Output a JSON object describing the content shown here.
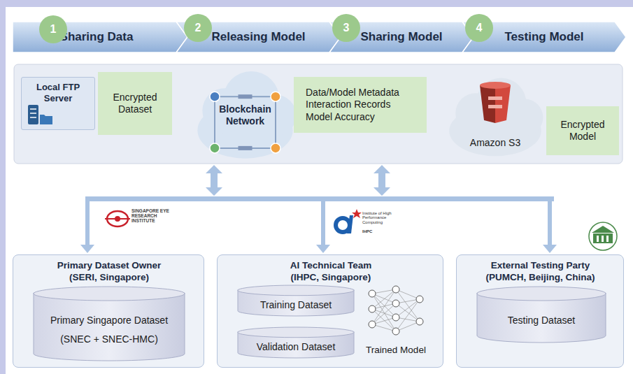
{
  "diagram": {
    "nodes": [
      {
        "text": [
          "1"
        ]
      },
      {
        "text": [
          "2"
        ]
      },
      {
        "text": [
          "3"
        ]
      },
      {
        "text": [
          "4"
        ]
      },
      {
        "text": [
          "Sharing Data"
        ]
      },
      {
        "text": [
          "Releasing Model"
        ]
      },
      {
        "text": [
          "Sharing Model"
        ]
      },
      {
        "text": [
          "Testing Model"
        ]
      },
      {
        "text": [
          "Local FTP Server"
        ]
      },
      {
        "text": [
          "Encrypted Dataset"
        ]
      },
      {
        "text": [
          "Blockchain Network"
        ]
      },
      {
        "text": [
          "Data/Model Metadata",
          "Interaction Records",
          "Model Accuracy"
        ]
      },
      {
        "text": [
          "Amazon S3"
        ]
      },
      {
        "text": [
          "Encrypted Model"
        ]
      },
      {
        "text": [
          "Primary Dataset Owner (SERI, Singapore)"
        ]
      },
      {
        "text": [
          "Primary Singapore Dataset",
          "(SNEC + SNEC-HMC)"
        ],
        "in": 14
      },
      {
        "text": [
          "AI Technical Team (IHPC, Singapore)",
          "Trained Model"
        ]
      },
      {
        "text": [
          "Training Dataset"
        ],
        "in": 16
      },
      {
        "text": [
          "Validation Dataset"
        ],
        "in": 16
      },
      {
        "text": [
          "External Testing Party (PUMCH, Beijing, China)"
        ]
      },
      {
        "text": [
          "Testing Dataset"
        ],
        "in": 19
      }
    ],
    "labels": [
      "SINGAPORE EYE RESEARCH INSTITUTE",
      "Institute of High Performance Computing",
      "IHPC"
    ]
  }
}
